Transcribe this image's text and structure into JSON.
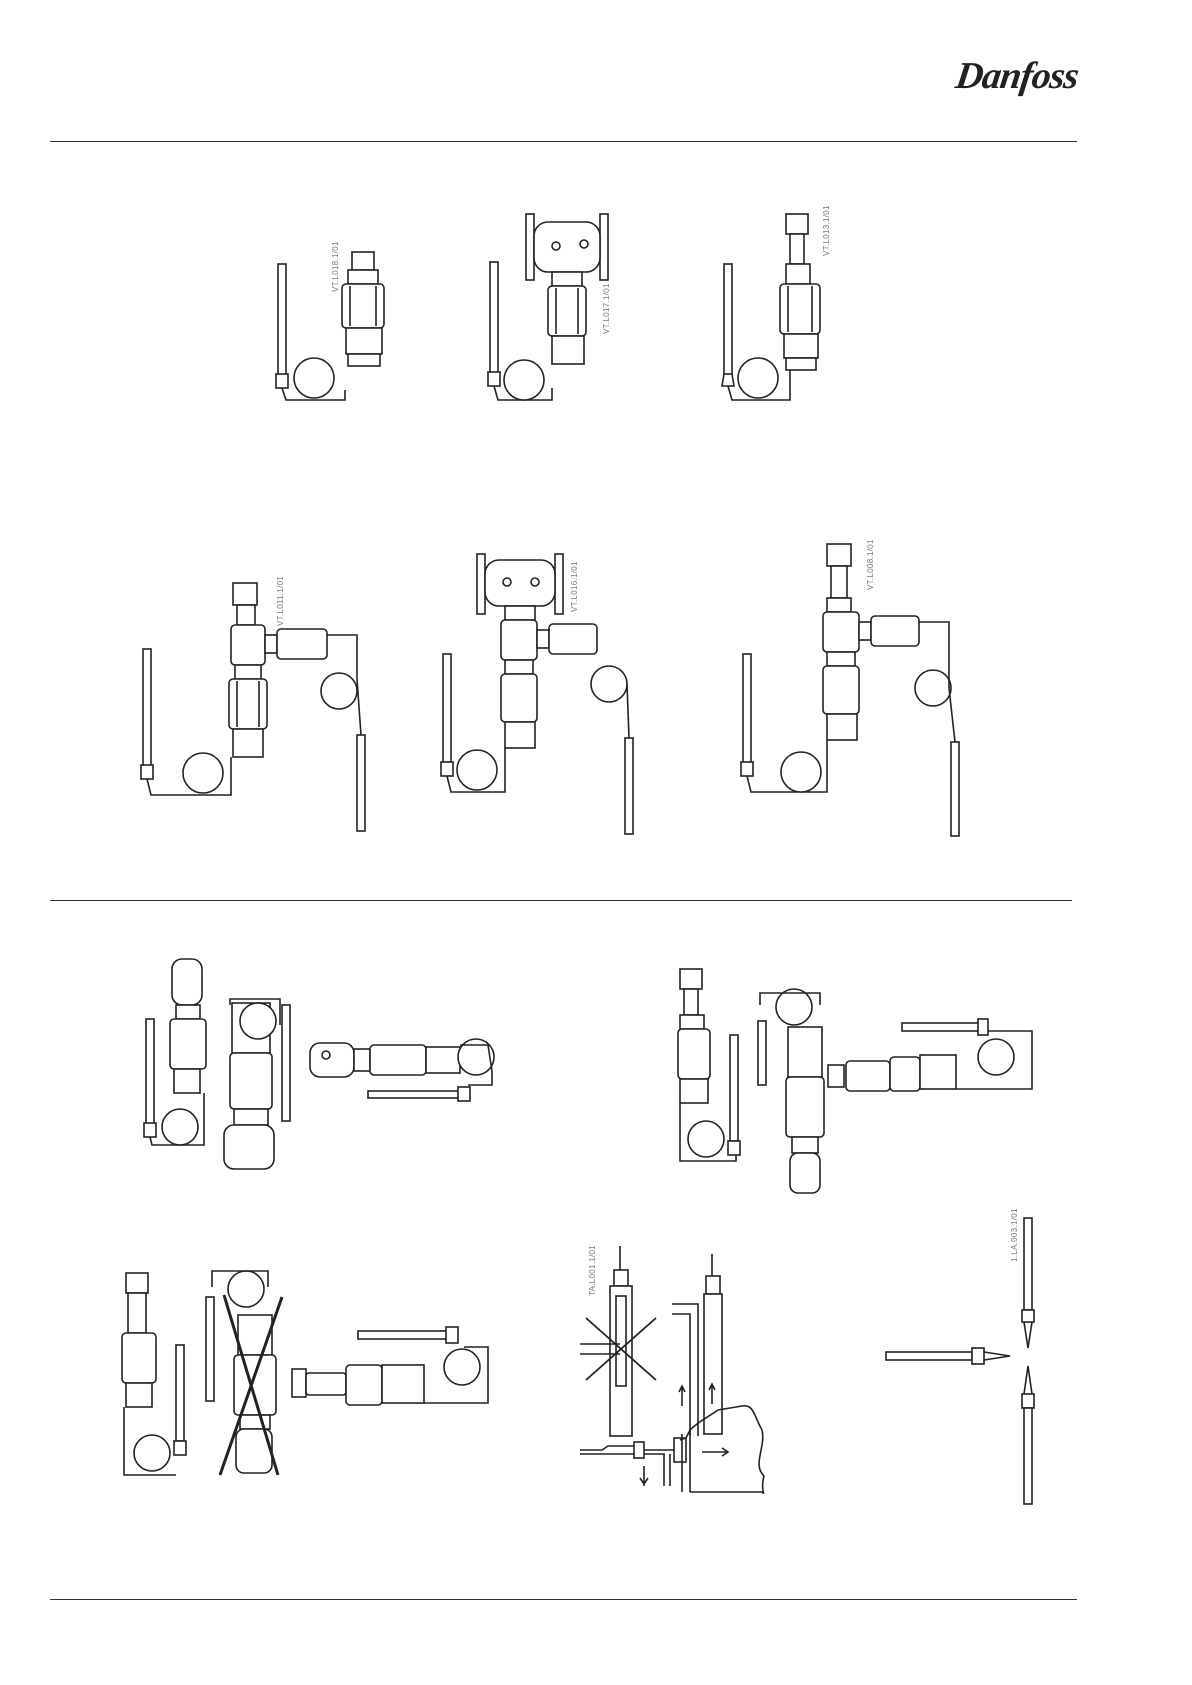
{
  "brand": {
    "logo_text": "Danfoss"
  },
  "figure_codes": {
    "row1": [
      "VT.L018.1/01",
      "VT.L017.1/01",
      "VT.L013.1/01"
    ],
    "row2": [
      "VT.L011.1/01",
      "VT.L016.1/01",
      "VT.L008.1/01"
    ],
    "bottom": [
      "TA.L001.1/01",
      "1.LA.003.1/01"
    ]
  }
}
